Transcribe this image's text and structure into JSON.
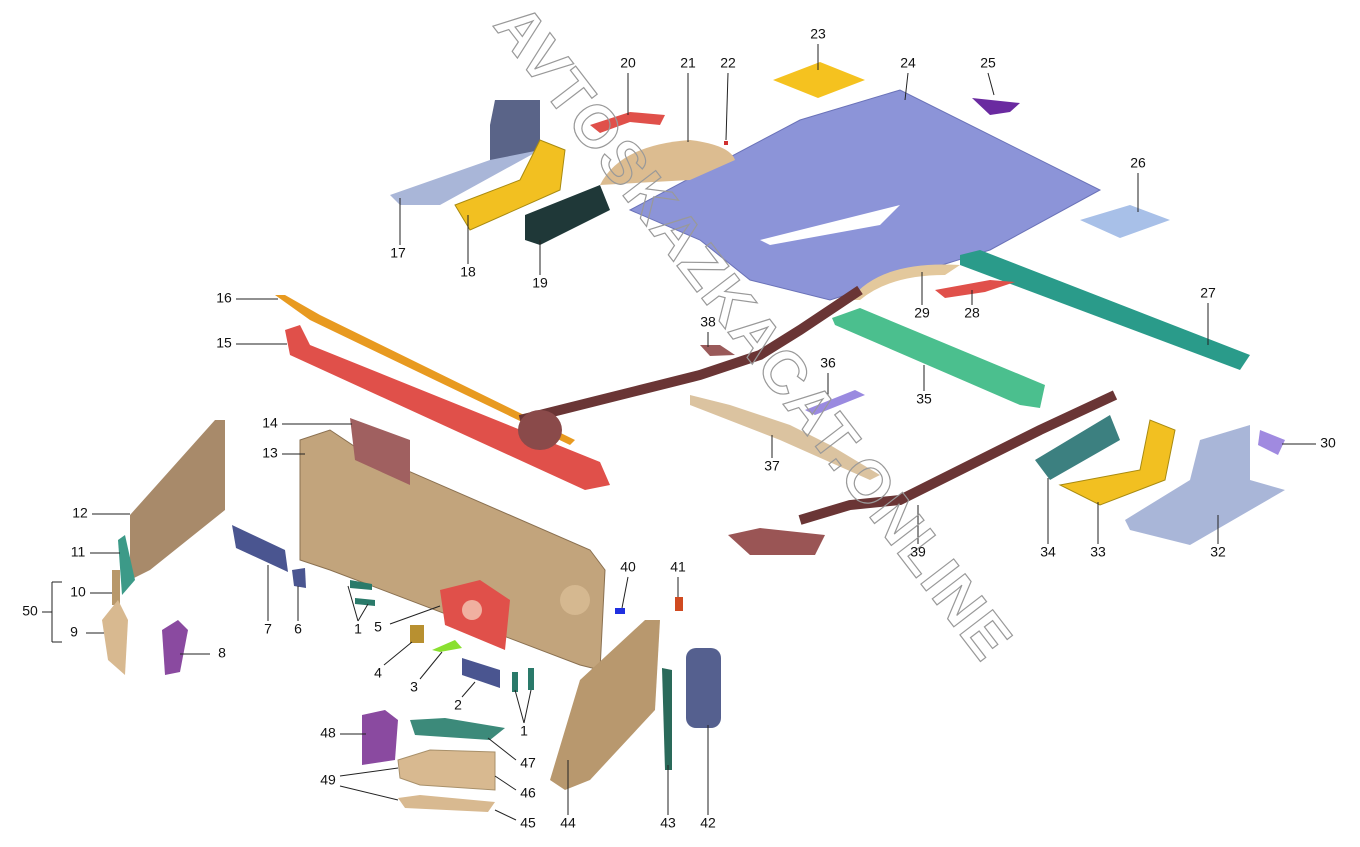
{
  "watermark": "AVTOSKAZKACAT.ONLINE",
  "callouts": [
    "23",
    "20",
    "21",
    "22",
    "24",
    "25",
    "26",
    "17",
    "18",
    "19",
    "16",
    "15",
    "38",
    "29",
    "28",
    "27",
    "36",
    "35",
    "14",
    "13",
    "37",
    "30",
    "12",
    "11",
    "34",
    "33",
    "39",
    "32",
    "50",
    "10",
    "9",
    "7",
    "6",
    "1",
    "5",
    "40",
    "41",
    "8",
    "4",
    "3",
    "2",
    "1",
    "48",
    "47",
    "49",
    "46",
    "45",
    "44",
    "43",
    "42"
  ],
  "colors": {
    "floor": "#8c94d8",
    "beige": "#d8b98e",
    "red": "#e0504a",
    "orange": "#e89a20",
    "yellow": "#f2c021",
    "frame": "#7a3e3e",
    "green": "#4bbf8e",
    "teal": "#2a9b8a",
    "navy": "#4a5590",
    "purple": "#8a4aa0",
    "lightblue": "#a8c0e8",
    "tan": "#bfa07a"
  }
}
